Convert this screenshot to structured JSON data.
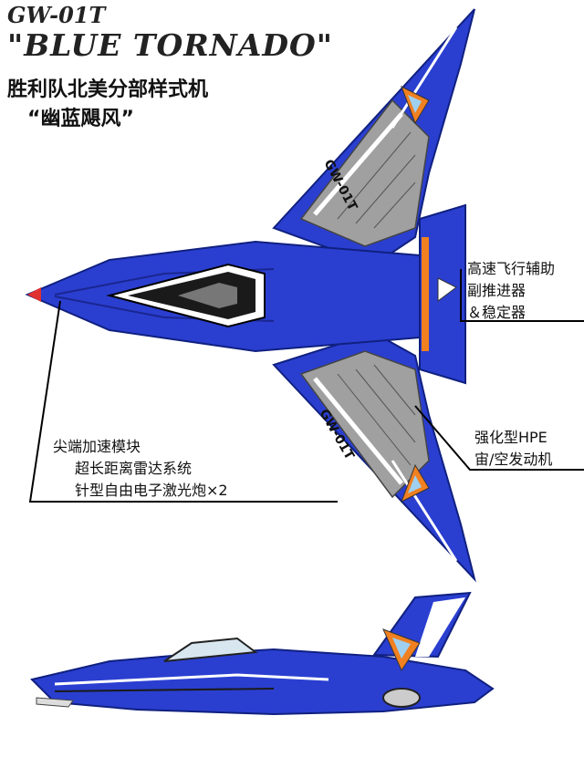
{
  "title": {
    "model": "GW-01T",
    "name": "\"BLUE TORNADO\"",
    "subtitle": "胜利队北美分部样式机",
    "nickname": "“幽蓝飓风”"
  },
  "callouts": {
    "aux_thrusters": [
      "高速飞行辅助",
      "副推进器",
      "＆稳定器"
    ],
    "hpe_engine": [
      "强化型HPE",
      "宙/空发动机"
    ],
    "nose_module": [
      "尖端加速模块",
      "超长距离雷达系统",
      "针型自由电子激光炮×2"
    ]
  },
  "markings": {
    "wing_code": "GW-01T"
  },
  "colors": {
    "body_blue": "#2a3fd0",
    "dark_blue": "#1a2690",
    "panel_grey": "#9a9a9a",
    "accent_orange": "#f08020"
  }
}
